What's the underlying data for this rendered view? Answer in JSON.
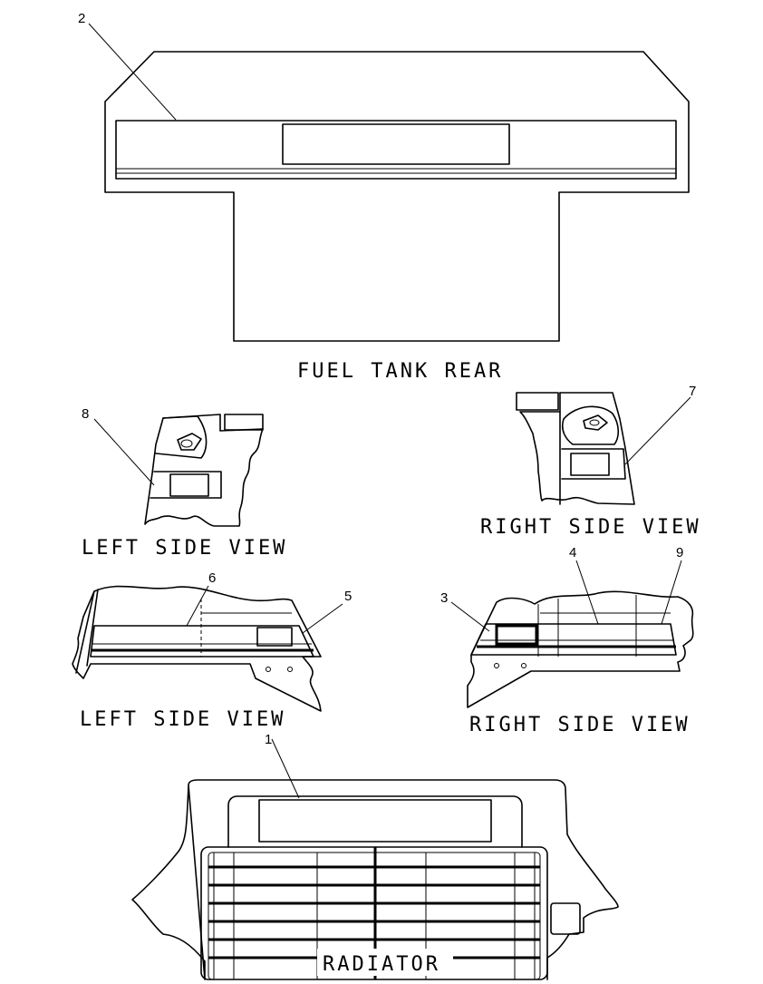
{
  "views": {
    "fuel_tank_rear": "FUEL TANK REAR",
    "left_side_top": "LEFT SIDE VIEW",
    "right_side_top": "RIGHT SIDE VIEW",
    "left_side_bottom": "LEFT SIDE VIEW",
    "right_side_bottom": "RIGHT SIDE VIEW",
    "radiator": "RADIATOR"
  },
  "callouts": {
    "c1": "1",
    "c2": "2",
    "c3": "3",
    "c4": "4",
    "c5": "5",
    "c6": "6",
    "c7": "7",
    "c8": "8",
    "c9": "9"
  }
}
